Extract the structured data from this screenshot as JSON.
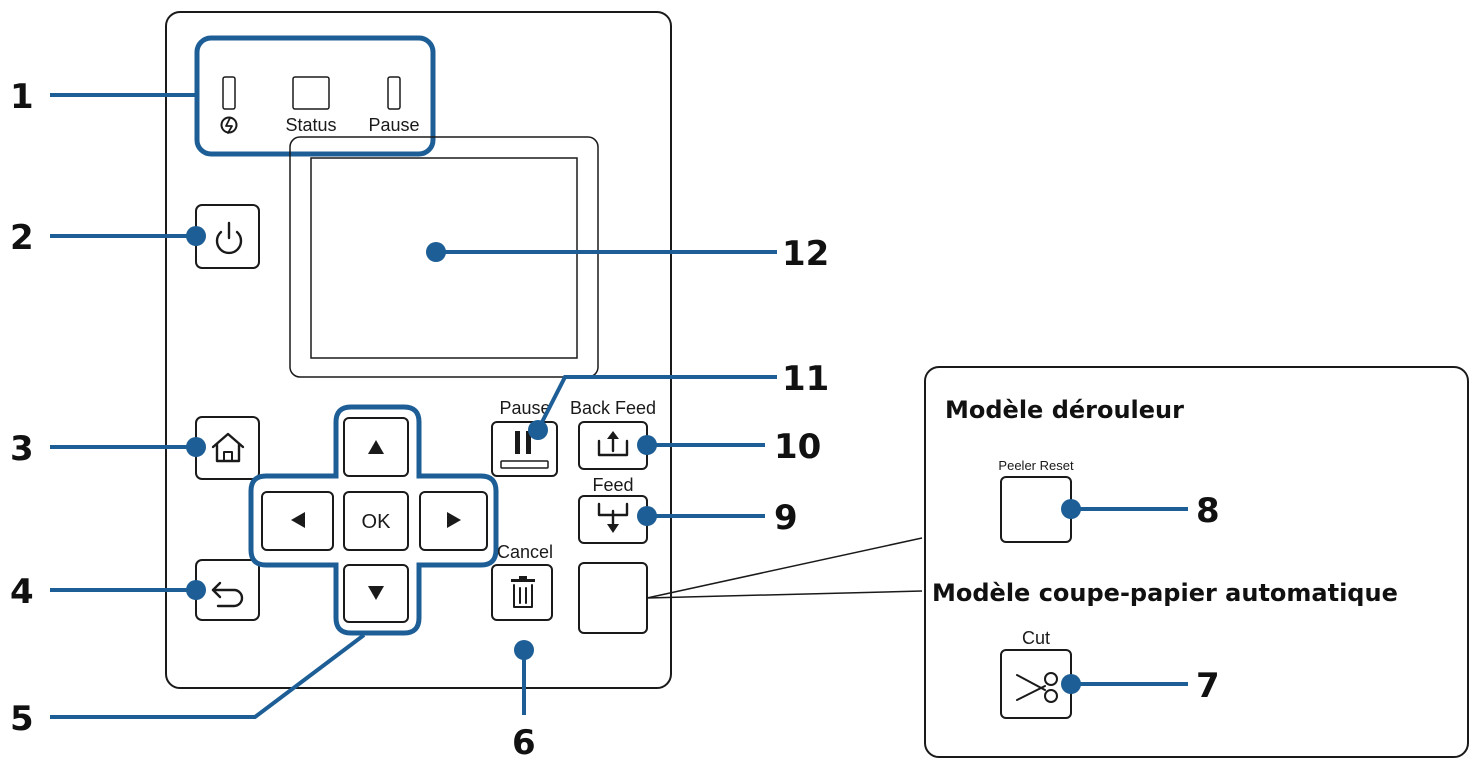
{
  "indicators": {
    "power_symbol": "power-indicator-icon",
    "status_label": "Status",
    "pause_label": "Pause"
  },
  "buttons": {
    "ok_label": "OK",
    "pause_label": "Pause",
    "back_feed_label": "Back Feed",
    "feed_label": "Feed",
    "cancel_label": "Cancel",
    "peeler_reset_label": "Peeler Reset",
    "cut_label": "Cut"
  },
  "models": {
    "peeler_title": "Modèle dérouleur",
    "cutter_title": "Modèle coupe-papier automatique"
  },
  "callouts": [
    "1",
    "2",
    "3",
    "4",
    "5",
    "6",
    "7",
    "8",
    "9",
    "10",
    "11",
    "12"
  ],
  "colors": {
    "accent": "#1d5e96",
    "line": "#1a1a1a"
  }
}
